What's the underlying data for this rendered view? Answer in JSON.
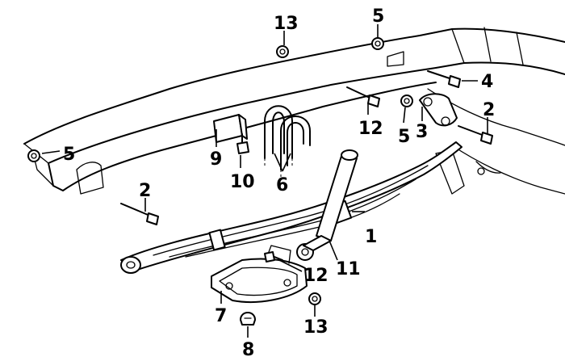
{
  "callouts": [
    {
      "id": "c1a",
      "text": "1"
    },
    {
      "id": "c2a",
      "text": "2"
    },
    {
      "id": "c2b",
      "text": "2"
    },
    {
      "id": "c3",
      "text": "3"
    },
    {
      "id": "c4",
      "text": "4"
    },
    {
      "id": "c5a",
      "text": "5"
    },
    {
      "id": "c5b",
      "text": "5"
    },
    {
      "id": "c5c",
      "text": "5"
    },
    {
      "id": "c6",
      "text": "6"
    },
    {
      "id": "c7",
      "text": "7"
    },
    {
      "id": "c8",
      "text": "8"
    },
    {
      "id": "c9",
      "text": "9"
    },
    {
      "id": "c10",
      "text": "10"
    },
    {
      "id": "c11",
      "text": "11"
    },
    {
      "id": "c12a",
      "text": "12"
    },
    {
      "id": "c12b",
      "text": "12"
    },
    {
      "id": "c13a",
      "text": "13"
    },
    {
      "id": "c13b",
      "text": "13"
    }
  ]
}
